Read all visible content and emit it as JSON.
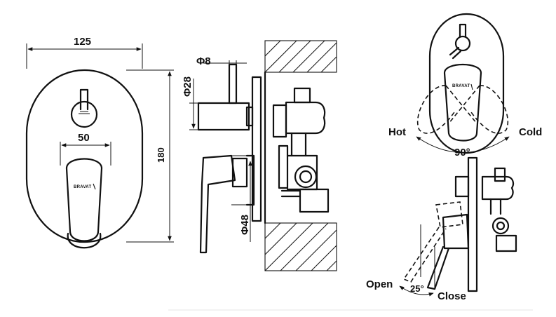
{
  "front_view": {
    "dim_width": "125",
    "dim_height": "180",
    "dim_lever_width": "50",
    "brand": "BRAVAT"
  },
  "side_view": {
    "dim_spindle": "Φ8",
    "dim_cartridge": "Φ28",
    "dim_escutcheon": "Φ48"
  },
  "rotation_view": {
    "brand": "BRAVAT",
    "hot_label": "Hot",
    "cold_label": "Cold",
    "angle_label": "90°"
  },
  "tilt_view": {
    "open_label": "Open",
    "close_label": "Close",
    "angle_label": "25°"
  }
}
